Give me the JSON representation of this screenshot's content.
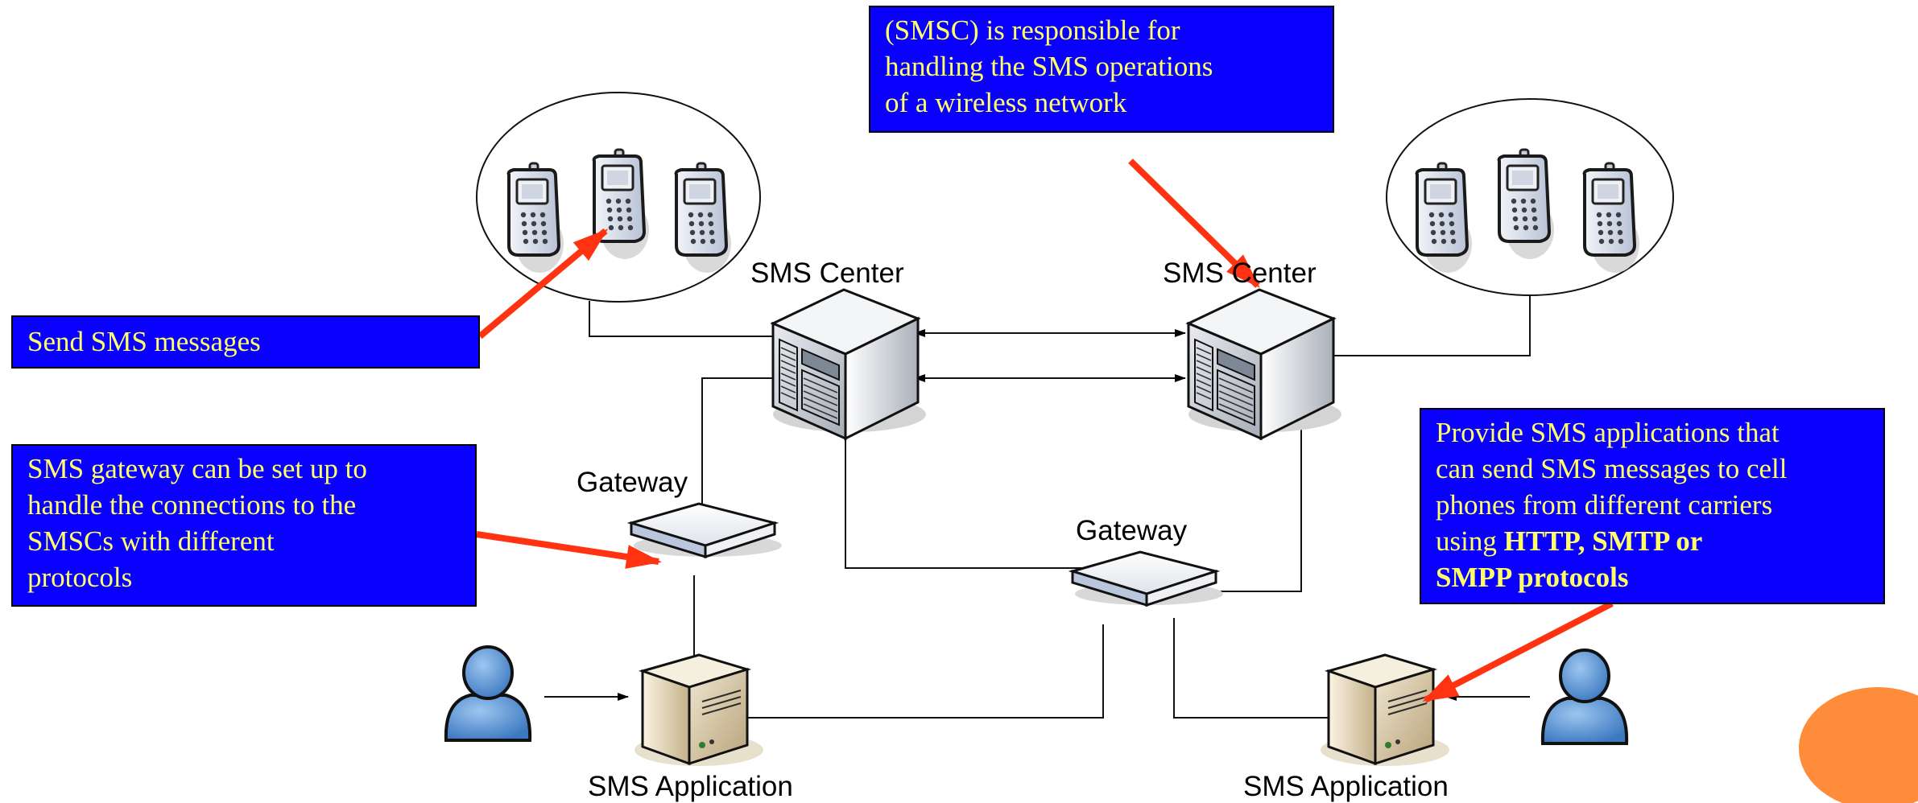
{
  "labels": {
    "sms_center_left": "SMS Center",
    "sms_center_right": "SMS Center",
    "gateway_left": "Gateway",
    "gateway_right": "Gateway",
    "sms_app_left": "SMS Application",
    "sms_app_right": "SMS Application"
  },
  "callouts": {
    "smsc": {
      "lines": [
        "(SMSC) is responsible for",
        "handling the SMS operations",
        "of a wireless network"
      ]
    },
    "send": {
      "lines": [
        "Send SMS messages"
      ]
    },
    "gateway": {
      "lines": [
        "SMS gateway can be set up to",
        "handle the connections to the",
        "SMSCs with different",
        "protocols"
      ]
    },
    "apps": {
      "lines": [
        "Provide SMS applications that",
        "can send SMS messages to cell",
        "phones from different carriers"
      ],
      "line4_prefix": "using ",
      "line4_bold": "HTTP, SMTP or",
      "line5_bold": "SMPP protocols"
    }
  },
  "colors": {
    "callout_bg": "#0a00ff",
    "callout_text": "#ffff66",
    "arrow": "#ff3311",
    "slide_circle": "#ff8c3a"
  },
  "icons": [
    "cell-phone-icon",
    "server-icon",
    "gateway-router-icon",
    "user-icon",
    "app-server-icon"
  ]
}
